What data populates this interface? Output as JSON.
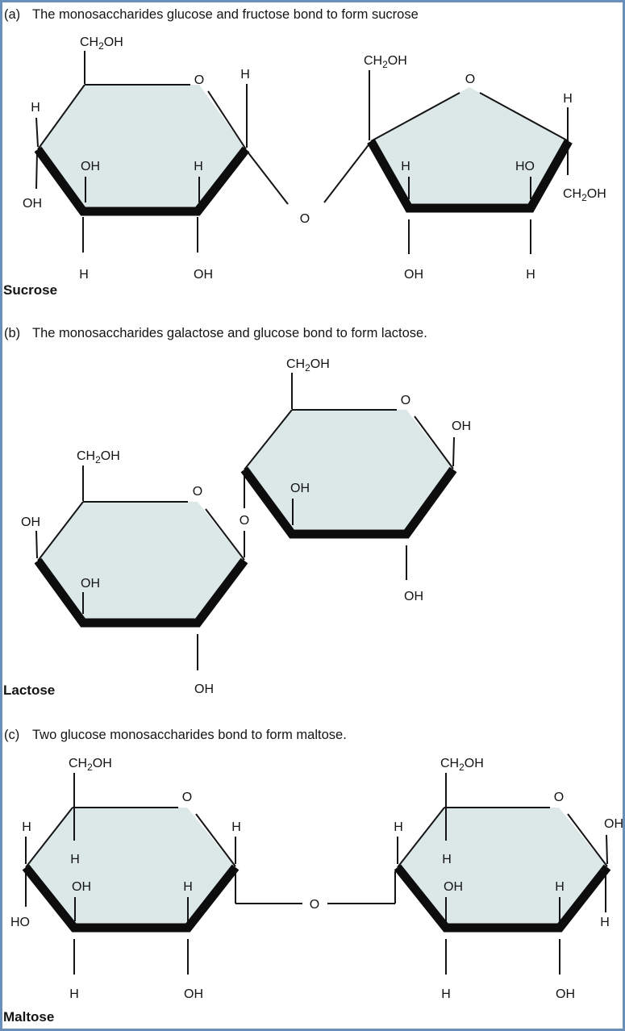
{
  "colors": {
    "frame": "#6a8fba",
    "ring_fill": "#dce8e8",
    "line": "#141414",
    "background": "#ffffff"
  },
  "panels": [
    {
      "tag": "(a)",
      "heading": "The monosaccharides glucose and fructose bond to form sucrose",
      "product": "Sucrose",
      "bond_o": "O",
      "glucose": {
        "ch2oh": {
          "ch": "CH",
          "sub": "2",
          "oh": "OH"
        },
        "ring_o": "O",
        "h_top_right": "H",
        "h_left": "H",
        "oh_left": "OH",
        "oh_inner": "OH",
        "h_inner": "H",
        "h_bottom": "H",
        "oh_bottom": "OH"
      },
      "fructose": {
        "ch2oh_top": {
          "ch": "CH",
          "sub": "2",
          "oh": "OH"
        },
        "ring_o": "O",
        "h_top_right": "H",
        "ch2oh_right": {
          "ch": "CH",
          "sub": "2",
          "oh": "OH"
        },
        "h_inner": "H",
        "ho_inner": "HO",
        "oh_bottom": "OH",
        "h_bottom": "H"
      }
    },
    {
      "tag": "(b)",
      "heading": "The monosaccharides galactose and glucose bond to form lactose.",
      "product": "Lactose",
      "bond_o": "O",
      "galactose": {
        "ch2oh": {
          "ch": "CH",
          "sub": "2",
          "oh": "OH"
        },
        "ring_o": "O",
        "oh_left": "OH",
        "oh_inner": "OH",
        "oh_bottom": "OH"
      },
      "glucose": {
        "ch2oh": {
          "ch": "CH",
          "sub": "2",
          "oh": "OH"
        },
        "ring_o": "O",
        "oh_right": "OH",
        "oh_inner": "OH",
        "oh_bottom": "OH"
      }
    },
    {
      "tag": "(c)",
      "heading": "Two glucose monosaccharides bond to form maltose.",
      "product": "Maltose",
      "bond_o": "O",
      "glucose_left": {
        "ch2oh": {
          "ch": "CH",
          "sub": "2",
          "oh": "OH"
        },
        "ring_o": "O",
        "h_left": "H",
        "h_top_right": "H",
        "h_inner_top": "H",
        "oh_inner": "OH",
        "h_inner_right": "H",
        "ho_left": "HO",
        "h_bottom": "H",
        "oh_bottom": "OH"
      },
      "glucose_right": {
        "ch2oh": {
          "ch": "CH",
          "sub": "2",
          "oh": "OH"
        },
        "ring_o": "O",
        "h_left": "H",
        "oh_top_right": "OH",
        "h_right": "H",
        "h_inner_top": "H",
        "oh_inner": "OH",
        "h_inner_right": "H",
        "h_bottom": "H",
        "oh_bottom": "OH"
      }
    }
  ]
}
